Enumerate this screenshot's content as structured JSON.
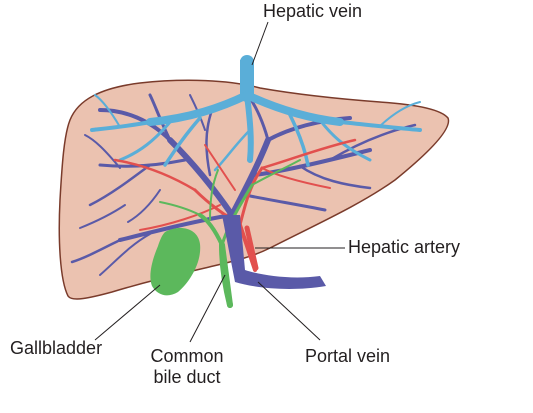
{
  "labels": {
    "hepatic_vein": "Hepatic vein",
    "hepatic_artery": "Hepatic artery",
    "gallbladder": "Gallbladder",
    "common_bile_duct_line1": "Common",
    "common_bile_duct_line2": "bile duct",
    "portal_vein": "Portal vein"
  },
  "colors": {
    "liver_fill": "#ebc2b0",
    "liver_outline": "#7a3b2b",
    "hepatic_vein": "#5aaed8",
    "portal_vein": "#5a5aa8",
    "hepatic_artery": "#e2504e",
    "bile_duct": "#5cb85c",
    "gallbladder": "#5cb85c",
    "leader_line": "#231f20"
  }
}
